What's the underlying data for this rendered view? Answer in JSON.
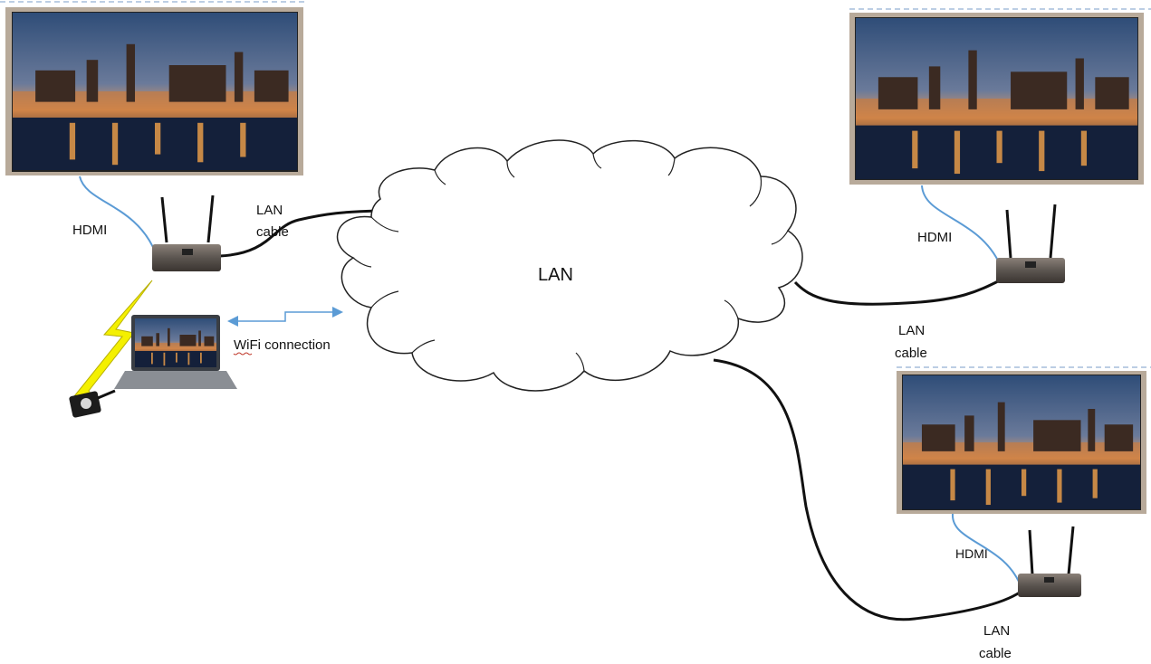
{
  "labels": {
    "cloud": "LAN",
    "hdmi_top_left": "HDMI",
    "lan_cable_top_left_1": "LAN",
    "lan_cable_top_left_2": "cable",
    "wifi_connection": "WiFi connection",
    "hdmi_top_right": "HDMI",
    "lan_cable_right_1": "LAN",
    "lan_cable_right_2": "cable",
    "hdmi_bottom_right": "HDMI",
    "lan_cable_bottom_1": "LAN",
    "lan_cable_bottom_2": "cable"
  },
  "colors": {
    "hdmi_cable": "#5b9bd5",
    "lan_cable": "#111111",
    "lightning": "#f4f000",
    "cloud_stroke": "#222222",
    "wifi_arrow": "#5b9bd5",
    "tv_frame": "#b8aa9a",
    "sky_top": "#3a5a82",
    "sky_bottom": "#e0905a",
    "water": "#1b2a40"
  },
  "icons": {
    "tv": "television-display",
    "receiver": "wireless-receiver-with-antennas",
    "laptop": "laptop",
    "dongle": "wireless-presentation-button",
    "cloud": "network-cloud"
  }
}
